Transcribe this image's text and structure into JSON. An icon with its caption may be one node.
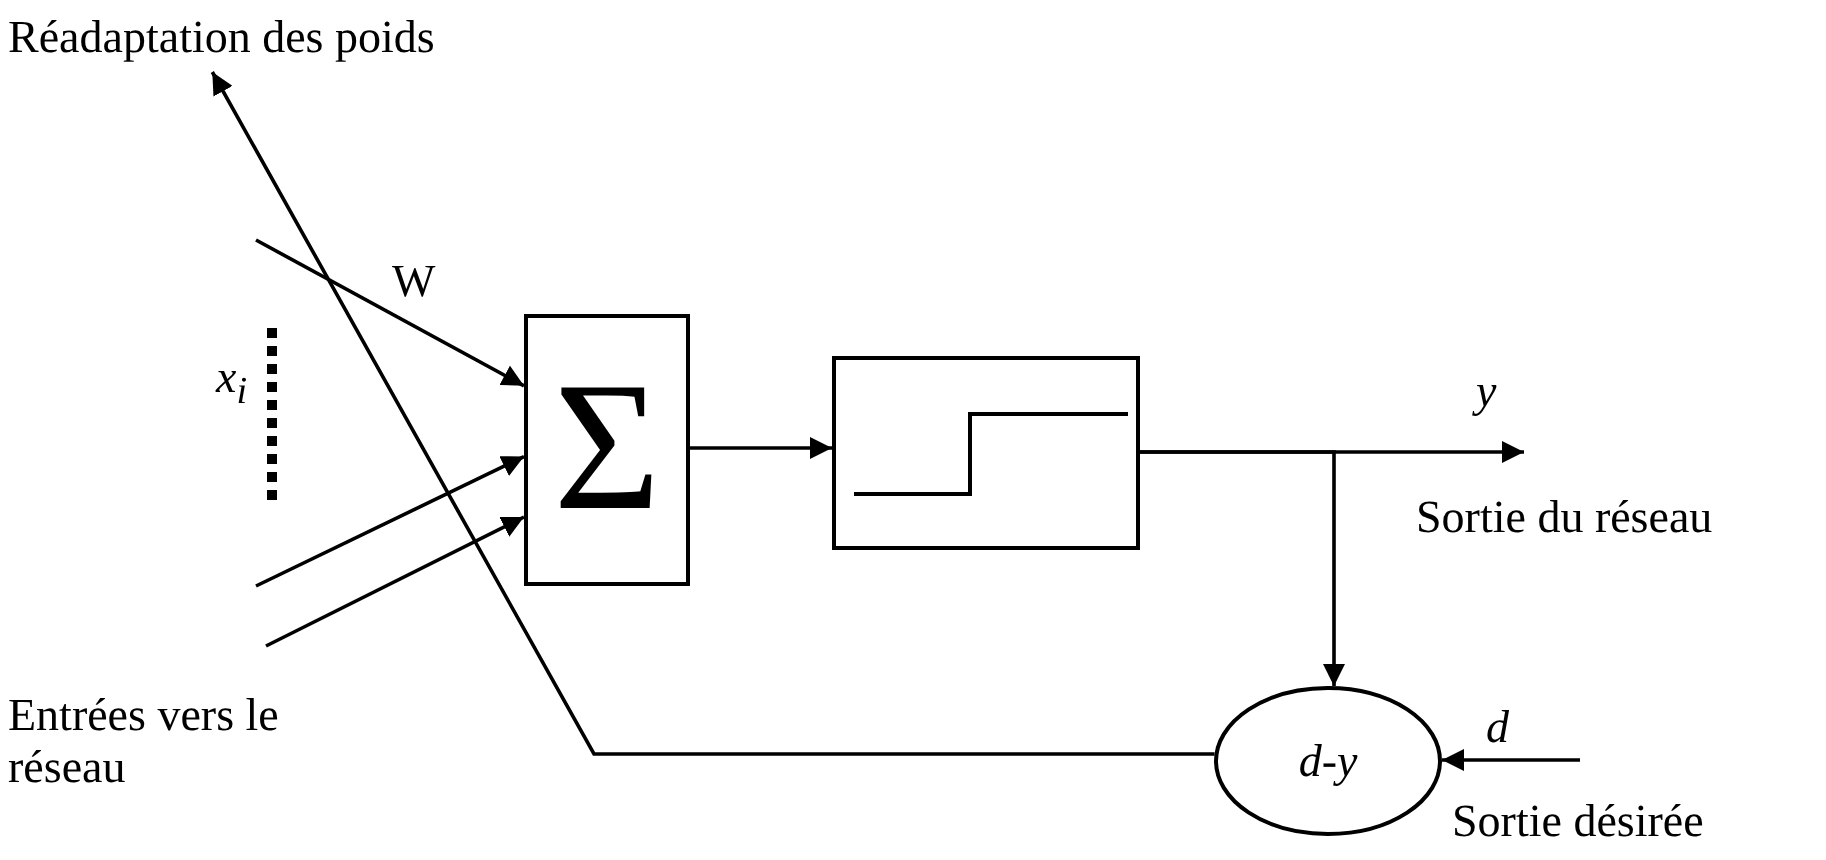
{
  "diagram": {
    "nodes": [
      {
        "text": [
          "Σ"
        ]
      },
      {
        "text": [],
        "shape": "box"
      },
      {
        "text": [
          "d-y"
        ]
      },
      {
        "text": [
          "Réadaptation des poids"
        ]
      }
    ],
    "edges": [
      {
        "from": null,
        "to": 0,
        "arrow": "to"
      },
      {
        "from": null,
        "to": 0,
        "arrow": "to"
      },
      {
        "from": null,
        "to": 0,
        "arrow": "to"
      },
      {
        "from": 0,
        "to": 1,
        "arrow": "to"
      },
      {
        "from": 1,
        "to": null,
        "arrow": "to"
      },
      {
        "from": 1,
        "to": 2,
        "arrow": "to"
      },
      {
        "from": null,
        "to": 2,
        "arrow": "to"
      },
      {
        "from": 2,
        "to": 3,
        "arrow": "to"
      }
    ],
    "labels": [
      "W",
      "x$_{i}$",
      "Entrées vers le réseau",
      "y",
      "Sortie du réseau",
      "d",
      "Sortie désirée"
    ]
  }
}
